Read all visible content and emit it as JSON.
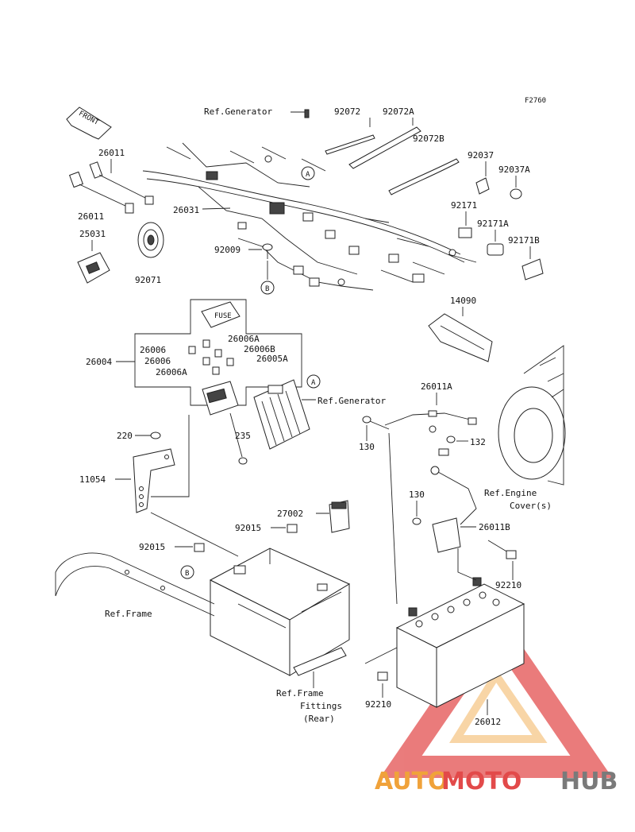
{
  "figure_code": "F2760",
  "front_label": "FRONT",
  "callout_a": "A",
  "callout_b": "B",
  "ref_generator": "Ref.Generator",
  "ref_frame": "Ref.Frame",
  "ref_frame_fittings": [
    "Ref.Frame",
    "Fittings",
    "(Rear)"
  ],
  "ref_engine_cover": [
    "Ref.Engine",
    "Cover(s)"
  ],
  "fuse_box_label": "FUSE",
  "parts": {
    "p26011_top": "26011",
    "p26011_bot": "26011",
    "p25031": "25031",
    "p92071": "92071",
    "p26031": "26031",
    "p92009": "92009",
    "p92072": "92072",
    "p92072A": "92072A",
    "p92072B": "92072B",
    "p92037": "92037",
    "p92037A": "92037A",
    "p92171": "92171",
    "p92171A": "92171A",
    "p92171B": "92171B",
    "p14090": "14090",
    "p26004": "26004",
    "p26006": "26006",
    "p26006A_1": "26006A",
    "p26006B": "26006B",
    "p26006_2": "26006",
    "p26006A_2": "26006A",
    "p26005A": "26005A",
    "p26011A": "26011A",
    "p220": "220",
    "p235": "235",
    "p130_1": "130",
    "p132": "132",
    "p11054": "11054",
    "p27002": "27002",
    "p92015_1": "92015",
    "p92015_2": "92015",
    "p130_2": "130",
    "p26011B": "26011B",
    "p92210_1": "92210",
    "p92210_2": "92210",
    "p26012": "26012"
  },
  "watermark": {
    "auto": "AUTO",
    "moto": "MOTO",
    "hub": "HUB"
  },
  "colors": {
    "wm_orange": "#f0a23a",
    "wm_red": "#e24a4a",
    "wm_gray": "#7a7a7a"
  }
}
